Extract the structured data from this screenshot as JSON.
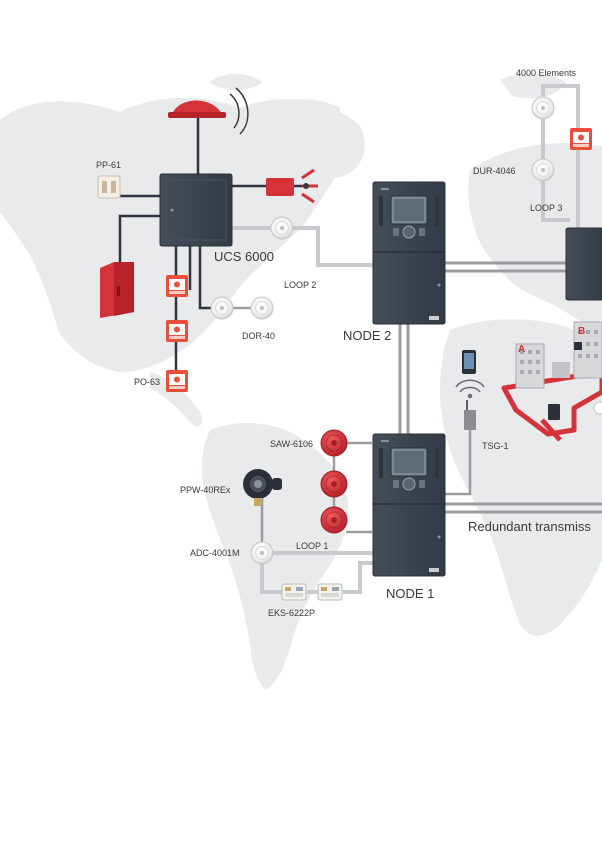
{
  "labels": {
    "pp61": "PP-61",
    "ucs6000": "UCS 6000",
    "loop2": "LOOP 2",
    "dor40": "DOR-40",
    "po63": "PO-63",
    "node2": "NODE 2",
    "node1": "NODE 1",
    "elements4000": "4000 Elements",
    "dur4046": "DUR-4046",
    "loop3": "LOOP 3",
    "saw6106": "SAW-6106",
    "ppw40rex": "PPW-40REx",
    "adc4001m": "ADC-4001M",
    "loop1": "LOOP 1",
    "eks6222p": "EKS-6222P",
    "tsg1": "TSG-1",
    "redundant": "Redundant transmiss",
    "zone_a": "A",
    "zone_b": "B"
  },
  "colors": {
    "map": "#e9eaec",
    "cable": "#9a9ca0",
    "cable_light": "#d3d4d7",
    "panel": "#3b4350",
    "panel_dark": "#2f3540",
    "red": "#d6323a",
    "text": "#3a3a3a"
  }
}
